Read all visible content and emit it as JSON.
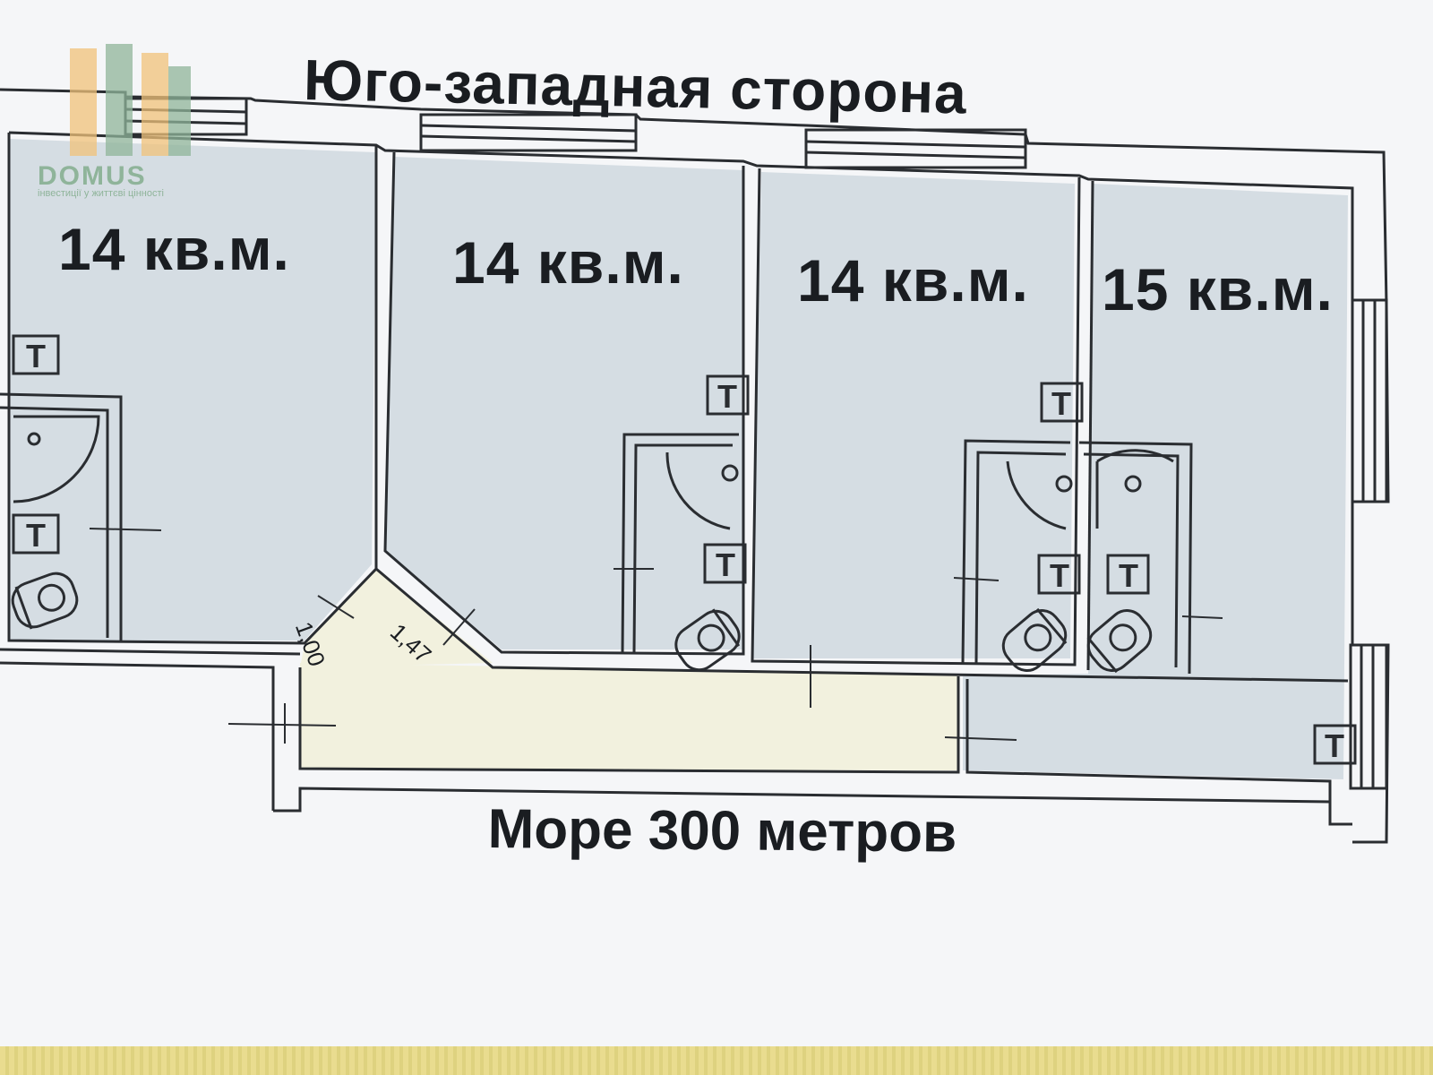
{
  "header": {
    "title": "Юго-западная сторона"
  },
  "footer": {
    "label": "Море 300 метров"
  },
  "rooms": [
    {
      "area": "14 кв.м."
    },
    {
      "area": "14 кв.м."
    },
    {
      "area": "14 кв.м."
    },
    {
      "area": "15 кв.м."
    }
  ],
  "dimensions": {
    "a": "1,00",
    "b": "1,47"
  },
  "fixture_symbol": "Т",
  "logo": {
    "name": "DOMUS",
    "tagline": "інвестиції у життєві цінності"
  },
  "colors": {
    "room_fill": "#d5dde3",
    "corridor_fill": "#f2f1de",
    "wall": "#2a2d31",
    "logo_green": "#8fb49a",
    "logo_orange": "#f0c27a"
  }
}
